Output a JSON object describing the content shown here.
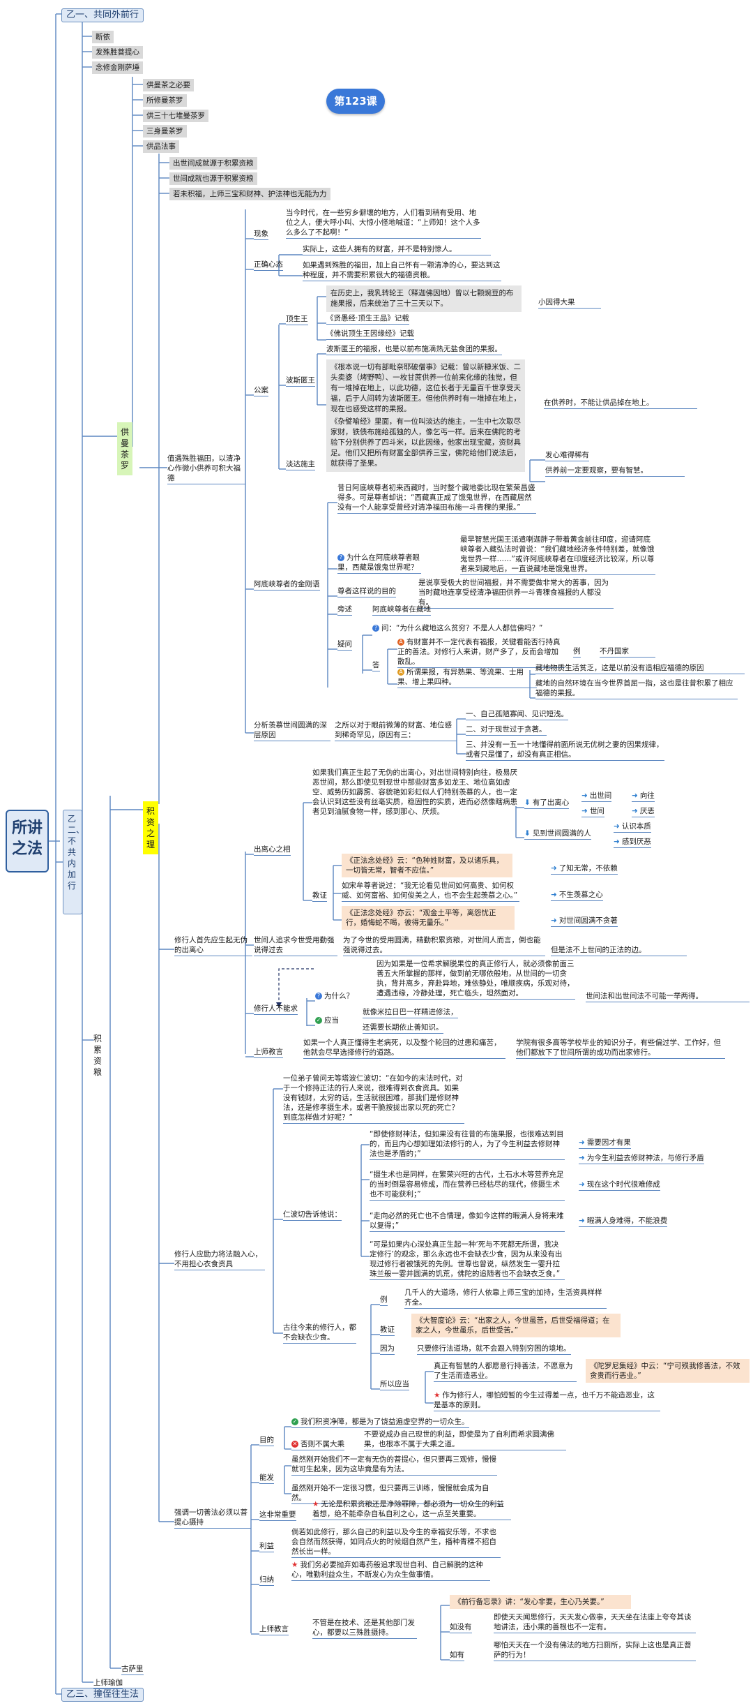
{
  "root": "所讲之法",
  "badge": "第123课",
  "b1": {
    "title": "乙一、共同外前行"
  },
  "b3": {
    "title": "乙三、撞侄往生法"
  },
  "b2": {
    "title": "乙二、不共内加行"
  },
  "top_list": [
    "断依",
    "发殊胜菩提心",
    "念修金刚萨埵"
  ],
  "mandala_list": [
    "供曼茶之必要",
    "所修曼茶罗",
    "供三十七堆曼茶罗",
    "三身曼茶罗",
    "供品法事"
  ],
  "merit_intro": [
    "出世间成就源于积累资粮",
    "世间成就也源于积累资粮",
    "若未积福，上师三宝和财神、护法神也无能为力"
  ],
  "l2": {
    "mandala": "供曼茶罗",
    "accum": "积资之理",
    "jilei": "积累资粮",
    "gusa": "古萨里",
    "shangshi": "上师瑜伽"
  },
  "s1": {
    "title": "值遇殊胜福田，以清净心作微小供养可积大福德",
    "xianxiang": "现象",
    "xianxiang_text": "当今时代，在一些穷乡僻壤的地方，人们看到稍有受用、地位之人，便大呼小叫、大惊小怪地喊道：“上师知！这个人多么多么了不起啊！”",
    "zqrs": "正确心态",
    "zq1": "实际上，这些人拥有的财富，并不是特别惊人。",
    "zq2": "如果遇到殊胜的福田，加上自己怀有一颗清净的心，要达到这种程度，并不需要积累很大的福德资粮。",
    "gongan": "公案",
    "dingsheng": "顶生王",
    "ds1": "在历史上，我乳转轮王（释迦佛因地）曾以七颗豌豆的布施果报，后来统治了三十三天以下。",
    "ds_side": "小因得大果",
    "ds2": "《贤愚经·顶生王品》记载",
    "ds3": "《佛说顶生王因缘经》记载",
    "bosini": "波斯匿王",
    "bo_head": "波斯匿王的福报，也是以前布施滴热无盐食团的果报。",
    "bo_box": "《根本说一切有部毗奈耶破僧事》记载：曾以新糠米饭、二头卖婆（烤野鸭）、一枚甘蔗供养一位前来化缘的独觉，但有一堆掉在地上，以此功德，这位长者于无量百千世享受天福，后于人间转为波斯匿王。但他供养时有一堆掉在地上，现在也感受这样的果报。",
    "bo_side": "在供养时，不能让供品掉在地上。",
    "danda": "淡达施主",
    "da_box": "《杂譬喻经》里面，有一位叫淡达的施主，一生中七次取尽家财，铁债布施给孤独的人，像乞丐一样。后来在佛陀的考验下分别供养了四斗米，以此因缘，他家出现宝藏，资财具足。他们又把所有财富全部供养三宝，佛陀给他们说法后，就获得了圣果。",
    "da_side1": "发心难得稀有",
    "da_side2": "供养前一定要观察，要有智慧。"
  },
  "s2": {
    "title": "阿底峡尊者的金刚语",
    "intro": "昔日阿底峡尊者初来西藏时，当时整个藏地委比现在繁荣昌盛得多。可是尊者却说：“西藏真正成了饿鬼世界，在西藏居然没有一个人能享受曾经对清净福田布施一斗青稞的果报。”",
    "q1": "为什么在阿底峡尊者眼里，西藏是饿鬼世界呢？",
    "q1a": "最早智慧光国王派遣喇迦胖子带着黄金前往印度，迎请阿底峡尊者入藏弘法时曾说：“我们藏地经济条件特别差，就像饿鬼世界一样……”或许阿底峡尊者在印度经济比较深，所以尊者来到藏地后，一直说藏地是饿鬼世界。",
    "mudi": "尊者这样说的目的",
    "mudi_t": "是说享受极大的世间福报，并不需要做非常大的善事，因为当时藏地连享受经清净福田供养一斗青稞食福报的人都没有。",
    "pangshu": "旁述",
    "pangshu_t": "阿底峡尊者在藏地",
    "yiwen": "疑问",
    "yq": "问：“为什么藏地这么贫穷？不是人人都信佛吗？”",
    "da": "答",
    "da1": "有财富并不一定代表有福报，关键看能否行持真正的善法。对修行人来讲，财产多了，反而会增加散乱。",
    "li": "例",
    "li_t": "不丹国家",
    "da2": "所谓果报，有异熟果、等流果、士用果、增上果四种。",
    "d2a": "藏地物质生活贫乏，这是以前没有造相应福德的原因",
    "d2b": "藏地的自然环境在当今世界首屈一指，这也是往昔积累了相应福德的果报。"
  },
  "s3": {
    "title": "分析羡慕世间圆满的深层原因",
    "main": "之所以对于眼前微薄的财富、地位感到稀奇罕见，原因有三：",
    "r1": "一、自己孤陋寡闻、见识短浅。",
    "r2": "二、对于现世过于贪著。",
    "r3": "三、并没有一五一十地懂得前面所说无优树之妻的因果规律，或者只是懂了，却没有真正相信。"
  },
  "s4": {
    "title": "修行人首先应生起无伪的出离心",
    "cl": "出离心之相",
    "cl_text": "如果我们真正生起了无伪的出离心，对出世间特别向往，极易厌恶世间，那么即使见到现世中那些财富多如龙王、地位高如虚空、威势历如霹雳、容貌艳如彩虹似人们特别羡慕的人，也一定会认识到这些没有丝毫实质，稳固性的实质，进而必然像瞎病患者见到油腻食物一样，感到那心、厌烦。",
    "yc": "有了出离心",
    "cs": "出世间",
    "xw": "向往",
    "sj": "世间",
    "ye": "厌恶",
    "jian": "见到世间圆满的人",
    "rs": "认识本质",
    "gy": "感到厌恶",
    "jz": "教证",
    "jz1": "《正法念处经》云：“色种姓财富，及以诸乐具，一切皆无常，智者不应信。”",
    "jz1s": "了知无常，不依赖",
    "jz2": "如宋牟尊者说过：“我无论看见世间如何高贵、如何权威、如何富裕、如何俊美之人，也不会生起羡慕之心。”",
    "jz2s": "不生羡慕之心",
    "jz3": "《正法念处经》亦云：“观金土平等，离怨忧正行，婚悔蛇不喝，彼得无量乐。”",
    "jz3s": "对世间圆满不贪著",
    "sr": "世间人追求今世受用勤强说得过去",
    "sr_t": "为了今世的受用圆满，精勤积累资粮，对世间人而言，倒也能强说得过去。",
    "sr_s": "但是法不上世间的正法的边。",
    "xk": "修行人不能求",
    "wsm": "为什么？",
    "wsm_t": "因为如果是一位希求解脱果位的真正修行人，就必须像前面三善五大所掌握的那样，做到前无哪依般地，从世间的一切贪执，背井离乡，弃赴异地，难依静处，唯顺疾病，乐观对待，遭遇违缘，冷静处理，死亡临头，坦然面对。",
    "wsm_s": "世间法和出世间法不可能一举两得。",
    "yd": "应当",
    "yd1": "就像米拉日巴一样精进修法，",
    "yd2": "还需要长期依止善知识。",
    "sj_label": "上师教言",
    "sj_t": "如果一个人真正懂得生老病死，以及整个轮回的过患和痛苦，他就会尽早选择修行的道路。",
    "sj_s": "学院有很多高等学校毕业的知识分子，有些偏过学、工作好，但他们都放下了世间所谓的成功而出家修行。"
  },
  "s5": {
    "title": "修行人应励力将法融入心，不用担心衣食资具",
    "intro": "一位弟子曾问无等塔波仁波切：“在如今的末法时代，对于一个修持正法的行人来说，很难得到衣食资具。如果没有钱财，太穷的话，生活就很困难，那我们是修财神法，还是修孝摄生术，或者干脆按拢出家以死的死亡？到底怎样做才好呢？”",
    "rb": "仁波切告诉他说：",
    "rb1": "“即使修财神法，但如果没有往昔的布施果报，也很难达到目的，而且内心想如理如法修行的人，为了今生利益去修财神法也是矛盾的；”",
    "rb1a": "需要因才有果",
    "rb1b": "为今生利益去修财神法，与修行矛盾",
    "rb2": "“摄生术也是同样，在繁荣兴旺的古代，土石水木等营养充足的当时倒是容易修成，而在营养已经枯尽的现代，修摄生术也不可能获利；”",
    "rb2s": "现在这个时代很难修成",
    "rb3": "“走向必然的死亡也不合情理，像如今这样的暇满人身将来难以复得；”",
    "rb3s": "暇满人身难得，不能浪费",
    "rb4": "“可是如果内心深处真正生起一种‘死与不死都无所谓，我决定修行’的观念，那么永远也不会缺衣少食，因为从来没有出现过修行者被饿死的先例。世尊也曾说，纵然发生一霎升拉珠兰般一霎并圆满的饥荒，佛陀的追随者也不会缺衣乏食。”",
    "gj": "古往今来的修行人，都不会缺衣少食。",
    "gj_li": "例",
    "gj_li_t": "几千人的大道场，修行人依靠上师三宝的加持，生活资具样样齐全。",
    "gj_jz": "教证",
    "gj_jz_t": "《大智度论》云：“出家之人，今世虽苦，后世受福得道；在家之人，今世虽乐，后世受苦。”",
    "gj_yw": "因为",
    "gj_yw_t": "只要修行法道场，就不会跟入特别穷困的境地。",
    "gj_sy": "所以应当",
    "gj_sy1": "真正有智慧的人都愿意行持善法，不愿意为了生活而造恶业。",
    "gj_sy1s": "《陀罗尼集经》中云：“宁可殒我修善法，不效贪贵而行恶业。”",
    "gj_sy2": "作为修行人，哪怕短暂的今生过得差一点，也千万不能造恶业，这是基本的原则。"
  },
  "s6": {
    "title": "强调一切善法必须以菩提心摄持",
    "md": "目的",
    "md1": "我们积资净障，都是为了饶益遍虚空界的一切众生。",
    "md2": "否则不属大乘",
    "md2_t": "不要说成办自己现世的利益，即使是为了自利而希求圆满佛果，也根本不属于大乘之道。",
    "nf": "能发",
    "nf1": "虽然刚开始我们不一定有无伪的菩提心，但只要再三观修，慢慢就可生起来，因为这毕竟是有为法。",
    "nf2": "虽然刚开始不一定很习惯，但只要再三训练，慢慢就会成为自然。",
    "zf": "这非常重要",
    "zf_t": "无论是积累资粮还是净除罪障，都必须为一切众生的利益着想，绝不能牵杂自私自利之心，这一点至关重要。",
    "ly": "利益",
    "ly_t": "倘若如此修行，那么自己的利益以及今生的幸福安乐等，不求也会自然而然获得，如同点火的时候烟自然产生，播种青稞不招自然长出一样。",
    "gn": "归纳",
    "gn_t": "我们务必要抛弃如毒药般追求现世自利、自己解脱的这种心，唯勤利益众生，不断发心为众生做事情。",
    "sj": "上师教言",
    "sj_t": "不管是在技术、还是其他部门发心，都要以三殊胜摄持。",
    "sj_q": "《前行备忘录》讲：“发心非要，生心乃关要。”",
    "mei": "如没有",
    "mei_t": "即使天天闻思修行，天天发心做事，天天坐在法座上夸夸其谈地讲法，违小乘的善根也不一定有。",
    "you": "如有",
    "you_t": "哪怕天天在一个没有佛法的地方扫厕所，实际上这也是真正菩萨的行为！"
  }
}
